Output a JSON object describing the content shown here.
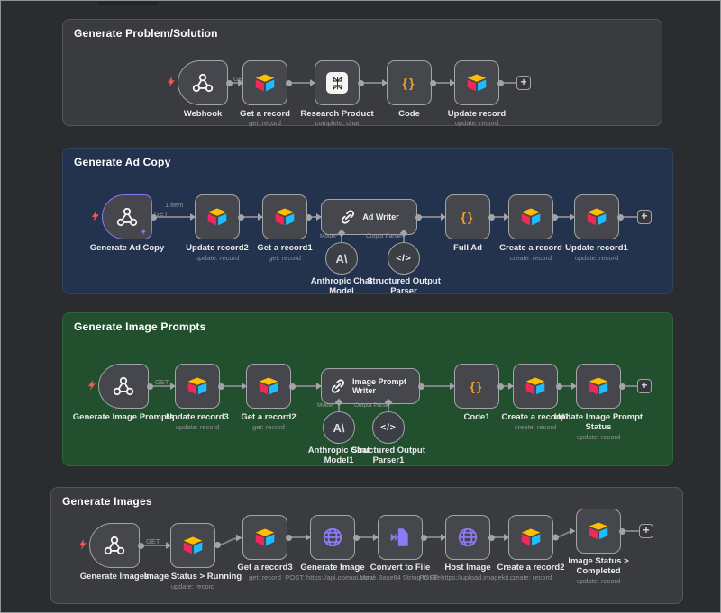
{
  "ui": {
    "add_node": "+"
  },
  "icons": {
    "anthropic": "A\\",
    "parser": "</>",
    "code_braces": "{}"
  },
  "colors": {
    "canvas": "#2b2c30",
    "section_gray": "#3a3b3f",
    "section_blue": "#24334d",
    "section_green": "#224f2e",
    "node_bg": "#46474c",
    "node_border": "#a2a4a8",
    "selected_border": "#8a7bf0",
    "http_purple": "#8d7bf5",
    "code_orange": "#f39c2d",
    "bolt_red": "#ee5950",
    "airtable_yellow": "#ffbf00",
    "airtable_red": "#f1285a",
    "airtable_cyan": "#1fbcff",
    "connection_line": "#7f8186"
  },
  "sections": [
    {
      "title": "Generate Problem/Solution",
      "nodes": [
        {
          "label": "Webhook"
        },
        {
          "label": "Get a record",
          "sublabel": "get: record"
        },
        {
          "label": "Research Product",
          "sublabel": "complete: chat"
        },
        {
          "label": "Code"
        },
        {
          "label": "Update record",
          "sublabel": "update: record"
        }
      ],
      "connections": {
        "get_label": "GET"
      }
    },
    {
      "title": "Generate Ad Copy",
      "nodes": [
        {
          "label": "Generate Ad Copy"
        },
        {
          "label": "Update record2",
          "sublabel": "update: record"
        },
        {
          "label": "Get a record1",
          "sublabel": "get: record"
        },
        {
          "label": "Ad Writer"
        },
        {
          "label": "Full Ad"
        },
        {
          "label": "Create a record",
          "sublabel": "create: record"
        },
        {
          "label": "Update record1",
          "sublabel": "update: record"
        }
      ],
      "subnodes": [
        {
          "label": "Anthropic Chat Model",
          "port": "Model*"
        },
        {
          "label": "Structured Output Parser",
          "port": "Output Parser*"
        }
      ],
      "connections": {
        "get_label": "GET",
        "item_label": "1 item"
      }
    },
    {
      "title": "Generate Image Prompts",
      "nodes": [
        {
          "label": "Generate Image Prompts"
        },
        {
          "label": "Update record3",
          "sublabel": "update: record"
        },
        {
          "label": "Get a record2",
          "sublabel": "get: record"
        },
        {
          "label": "Image Prompt Writer"
        },
        {
          "label": "Code1"
        },
        {
          "label": "Create a record1",
          "sublabel": "create: record"
        },
        {
          "label": "Update Image Prompt Status",
          "sublabel": "update: record"
        }
      ],
      "subnodes": [
        {
          "label": "Anthropic Chat Model1",
          "port": "Model*"
        },
        {
          "label": "Structured Output Parser1",
          "port": "Output Parser*"
        }
      ],
      "connections": {
        "get_label": "GET"
      }
    },
    {
      "title": "Generate Images",
      "nodes": [
        {
          "label": "Generate Images"
        },
        {
          "label": "Image Status > Running",
          "sublabel": "update: record"
        },
        {
          "label": "Get a record3",
          "sublabel": "get: record"
        },
        {
          "label": "Generate Image",
          "sublabel": "POST: https://api.openai.com/..."
        },
        {
          "label": "Convert to File",
          "sublabel": "Move Base64 String to File"
        },
        {
          "label": "Host Image",
          "sublabel": "POST: https://upload.imagekit...."
        },
        {
          "label": "Create a record2",
          "sublabel": "create: record"
        },
        {
          "label": "Image Status > Completed",
          "sublabel": "update: record"
        }
      ],
      "connections": {
        "get_label": "GET"
      }
    }
  ]
}
